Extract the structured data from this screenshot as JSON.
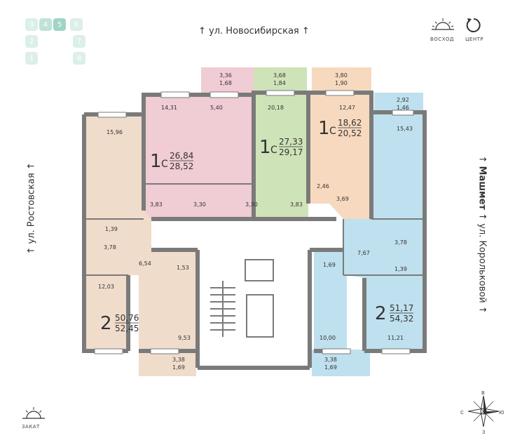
{
  "streets": {
    "top": "ул. Новосибирская",
    "left": "ул. Ростовская",
    "right_bold": "Машмет",
    "right": "ул. Корольковой"
  },
  "header": {
    "sunrise_label": "ВОСХОД",
    "center_label": "ЦЕНТР",
    "sunset_label": "ЗАКАТ"
  },
  "sections": [
    "3",
    "4",
    "5",
    "6",
    "2",
    "7",
    "1",
    "8"
  ],
  "compass": {
    "n": "В",
    "s": "З",
    "w": "С",
    "e": "Ю"
  },
  "colors": {
    "pink": "#f0ccd4",
    "green": "#cfe3b8",
    "peach": "#f7d9bf",
    "blue": "#bfe0ee",
    "tan": "#f0dccb",
    "wall": "#7a7a7a",
    "pinkBalcony": "#f0ccd4",
    "greenBalcony": "#cfe3b8"
  },
  "apartments": [
    {
      "rooms": "1",
      "suffix": "С",
      "area_top": "26,84",
      "area_bottom": "28,52"
    },
    {
      "rooms": "1",
      "suffix": "С",
      "area_top": "27,33",
      "area_bottom": "29,17"
    },
    {
      "rooms": "1",
      "suffix": "С",
      "area_top": "18,62",
      "area_bottom": "20,52"
    },
    {
      "rooms": "2",
      "suffix": "",
      "area_top": "50,76",
      "area_bottom": "52,45"
    },
    {
      "rooms": "2",
      "suffix": "",
      "area_top": "51,17",
      "area_bottom": "54,32"
    }
  ],
  "room_labels": [
    "3,36",
    "1,68",
    "3,68",
    "1,84",
    "3,80",
    "1,90",
    "14,31",
    "5,40",
    "20,18",
    "12,47",
    "2,92",
    "1,46",
    "15,43",
    "15,96",
    "3,83",
    "3,30",
    "3,30",
    "3,83",
    "2,46",
    "3,69",
    "1,39",
    "3,78",
    "6,54",
    "1,53",
    "12,03",
    "3,78",
    "7,67",
    "1,69",
    "1,39",
    "9,53",
    "10,00",
    "11,21",
    "3,38",
    "1,69",
    "3,38",
    "1,69"
  ]
}
